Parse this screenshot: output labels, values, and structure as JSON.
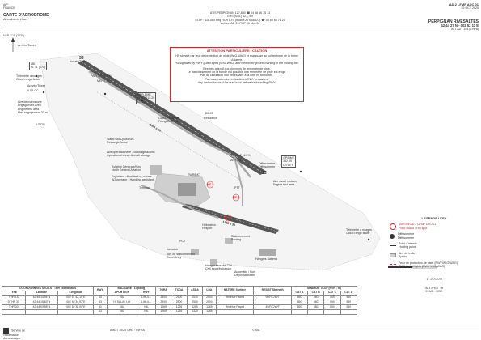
{
  "header": {
    "country_code": "AIP",
    "country": "FRANCE",
    "doc_title": "CARTE D'AERODROME",
    "doc_subtitle": "Aerodrome chart",
    "ats_line": "ATIS PERPIGNAN 127,880 ☎ 04 68 66 75 13",
    "ghs_line": "GHS (SOL) 121,780",
    "stap_line": "STAP : 118.080 fréq HOR ATS (mobile ATS 06827) ☎ 04 68 66 75 20",
    "stap_line2": "Vol non AD 3 LFMP 06 plus 30",
    "ad_ref": "AD 2 LFMP ADC 01",
    "ad_date": "22 OCT 2020",
    "aerodrome": "PERPIGNAN RIVESALTES",
    "coords": "42 44 27 N - 002 52 11 E",
    "alt": "ALT AD : 144 (5 hPa)",
    "var": "VAR 1° E (2020)"
  },
  "caution": {
    "title": "ATTENTION PARTICULIERE / CAUTION",
    "fr1": "HS signalé par feux de protection de piste (WIG-WAG) et marquage au sol renforcé de la forme d'alarme.",
    "en1": "HS signalled by RWY guard lights (WIG-WAG) and reinforced ground marking in the holding bar.",
    "fr2": "Etre très attentif aux chevrons de remontée de piste.",
    "fr3": "Le franchissement de la bande est possible une remontée de piste est exigé.",
    "fr4": "Pas de circulation non nécessaire à la côte en remontée.",
    "en2": "Pay sharp attention to backtrack RWY occasions.",
    "en3": "Any instruction must be read back before backtracking RWY."
  },
  "labels": {
    "arr_tow_top": "Arrivée/Tower",
    "lbl_box": "LBI",
    "lbl_box2": "FL 11 (175)",
    "lbl_tel": "Télémètre à nuages",
    "lbl_tel2": "Cloud range finder",
    "arr_tow2": "Arrivée/Tower",
    "ils_loc": "ILS/LOC",
    "papi": "PAPI 3,7° (65 ft)",
    "mehtf": "MEHT 14",
    "arr_ams": "Aire de manœuvre",
    "arr_ams2": "Engagement Area",
    "ril": "Engine test area",
    "ril2": "Max engagement 30 m",
    "arr_tow3": "Arrivée/Tower",
    "ils_gp": "ILS/GP",
    "ndme": "NDB-DME",
    "ndme2": "PPG / 115.20",
    "ndme3": "Ch 168 Y",
    "rwy_top": "33",
    "ctire": "Clôture frangible",
    "ctire2": "Frangible fence",
    "ddjs": "DDJS",
    "fr_b": "Résidence",
    "sol_box": "Stand sous-plusieurs",
    "sol_box2": "Rectangle fosse",
    "stock": "Aire opérationnelle - Stockage avions",
    "stock2": "Operational area - Aircraft storage",
    "aviation": "Aviation Générale/Nord",
    "aviation2": "North General Aviation",
    "exploit": "Exploitant - Assistant en escale",
    "exploit2": "AD operator - Handling assistant",
    "terminal": "Terminal",
    "twr": "TWR/BKT",
    "prf": "PRF/GLF (6.2%)",
    "meht": "MEHT 50",
    "anemo": "Diffusomètre",
    "anemo2": "Diffusometer",
    "gp_box": "GP/DME",
    "gp_box2": "332,00",
    "gp_box3": "Ch 64 Y",
    "engine": "Aire essai moteurs",
    "engine2": "Engine test area",
    "rwy15": "15",
    "ptt": "PTT",
    "hs1": "HS 1",
    "hs2": "HS 2",
    "hs3": "HS 3",
    "tel_right": "Télémètre à nuages",
    "tel_right2": "Cloud range finder",
    "parking": "Stationnement",
    "parking2": "Parking",
    "hangar": "Hangars Sabena",
    "heli": "Hélistation",
    "heli2": "Heliport",
    "pct": "PCT",
    "aero_pol": "Aéroclub",
    "cnes": "Aire de stationnement",
    "cnes2": "Community",
    "hangar_secu": "Hangar sécurité-Cité",
    "hangar_secu2": "Civil security hangar",
    "sfr": "Automatic / Fuel",
    "dsc": "Dépôt carburant",
    "rwy_len": "2500 x 45",
    "rwy_len2": "1265 x 30"
  },
  "legend": {
    "title": "LEGENDE / KEY",
    "hs": "Point chaud / Hot spot",
    "hs_ref": "Voir/See AD 2 LFMP DIIC 01",
    "diff": "Diffusomètre",
    "diff2": "Diffusometer",
    "hold": "Point d'attente",
    "hold2": "Holding point",
    "tax": "Aire de trafic",
    "tax2": "Apron",
    "wigwag": "Feux de protection de piste (RWY/WIG-WAG)",
    "wigwag2": "RWY guard lights (RWY WIG-WAG)",
    "scale": "1 : 2 0 0 0 0",
    "alt_hot": "ALT / HGT : ft",
    "elev_ref": "ELMD : MSR"
  },
  "table": {
    "h_coords": "COORDONNEES SEUILS / THR coordinates",
    "h_rwy": "RWY",
    "h_light": "BALISAGE / Lighting",
    "h_tora": "TORA",
    "h_toda": "TODA",
    "h_asda": "ASDA",
    "h_lda": "LDA",
    "h_surface": "NATURE Surface",
    "h_resist": "RESIST Strength",
    "h_mini": "MINIMUM TKOF (RVR : m)",
    "h_type": "TYPE",
    "h_lat": "Latitude",
    "h_lon": "Longitude",
    "h_apch": "APCH LIGH",
    "h_rwy2": "RWY",
    "h_cata": "CAT A",
    "h_catb": "CAT B",
    "h_catc": "CAT C",
    "h_catd": "CAT D",
    "rows": [
      [
        "THR 15",
        "42 45 14,94\"N",
        "002 51 42,15\"E",
        "15",
        "NIL",
        "LIHL/LL",
        "2500",
        "2500",
        "2570",
        "2500",
        "Revêtue Paved",
        "90/F/C/W/T",
        "550",
        "550",
        "550",
        "550"
      ],
      [
        "DTHR 33",
        "42 44 15,63\"N",
        "002 52 34,97\"E",
        "33",
        "HI SALA / LIH",
        "LIHL/LL",
        "2500",
        "2500",
        "2500",
        "2500",
        "",
        "",
        "550",
        "550",
        "550",
        "550"
      ],
      [
        "THR 33",
        "42 44 03,98\"N",
        "002 52 38,00\"E",
        "31",
        "NIL",
        "NIL",
        "1265",
        "1265",
        "1265",
        "1265",
        "Revêtue Paved",
        "45/F/C/W/T",
        "550",
        "550",
        "550",
        "550"
      ],
      [
        "",
        "",
        "",
        "13",
        "NIL",
        "NIL",
        "1265",
        "1265",
        "1320",
        "1265",
        "",
        "",
        "",
        "",
        "",
        ""
      ]
    ]
  },
  "footer": {
    "org": "Service de l'Information Aéronautique",
    "amdt": "AMDT 10/20 CHG : INFRA",
    "copyright": "© SIA"
  },
  "colors": {
    "runway": "#555555",
    "hotspot": "#d4262b",
    "apron": "#cfcfcf",
    "grass": "#e8e8e8"
  }
}
